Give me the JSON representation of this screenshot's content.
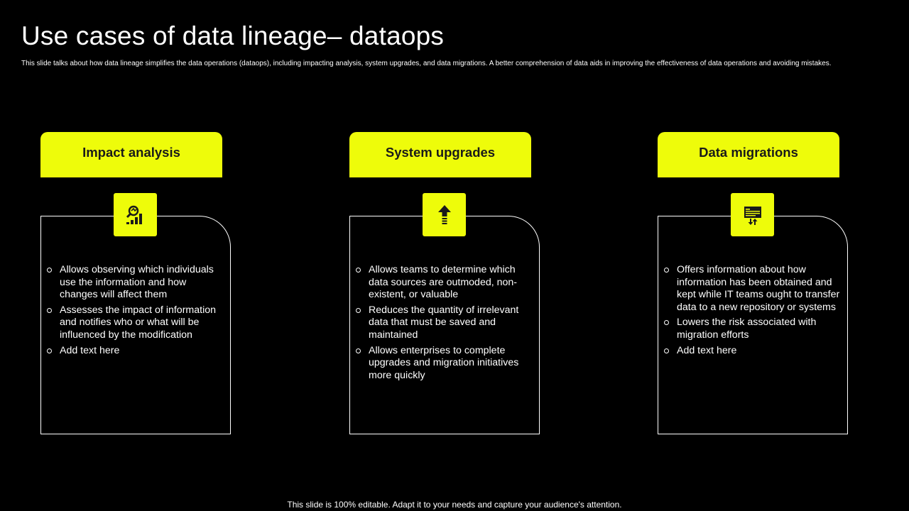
{
  "title": "Use cases of data lineage– dataops",
  "subtitle": "This slide talks about how data lineage simplifies the data operations (dataops), including impacting analysis, system upgrades, and data migrations.  A better comprehension of data aids in improving the effectiveness of data operations and avoiding mistakes.",
  "colors": {
    "accent": "#eefc0a",
    "background": "#000000",
    "text": "#ffffff",
    "tab_text": "#1a1a1a"
  },
  "columns": [
    {
      "heading": "Impact analysis",
      "icon": "analytics-chart-icon",
      "points": [
        "Allows observing which individuals use the information and how changes will affect them",
        "Assesses the impact of information and notifies who or what will be influenced by the modification",
        "Add text here"
      ]
    },
    {
      "heading": "System upgrades",
      "icon": "upgrade-arrow-icon",
      "points": [
        "Allows teams to determine which data sources are outmoded, non-existent, or valuable",
        "Reduces the quantity  of irrelevant data that must be saved and maintained",
        "Allows enterprises to complete upgrades and migration initiatives more quickly"
      ]
    },
    {
      "heading": "Data migrations",
      "icon": "data-transfer-icon",
      "points": [
        "Offers information about how information has been obtained and kept while IT teams ought to transfer data to a new repository or systems",
        "Lowers the risk associated with migration efforts",
        "Add text here"
      ]
    }
  ],
  "footer": "This slide is 100% editable. Adapt it to your needs and capture your audience's attention."
}
